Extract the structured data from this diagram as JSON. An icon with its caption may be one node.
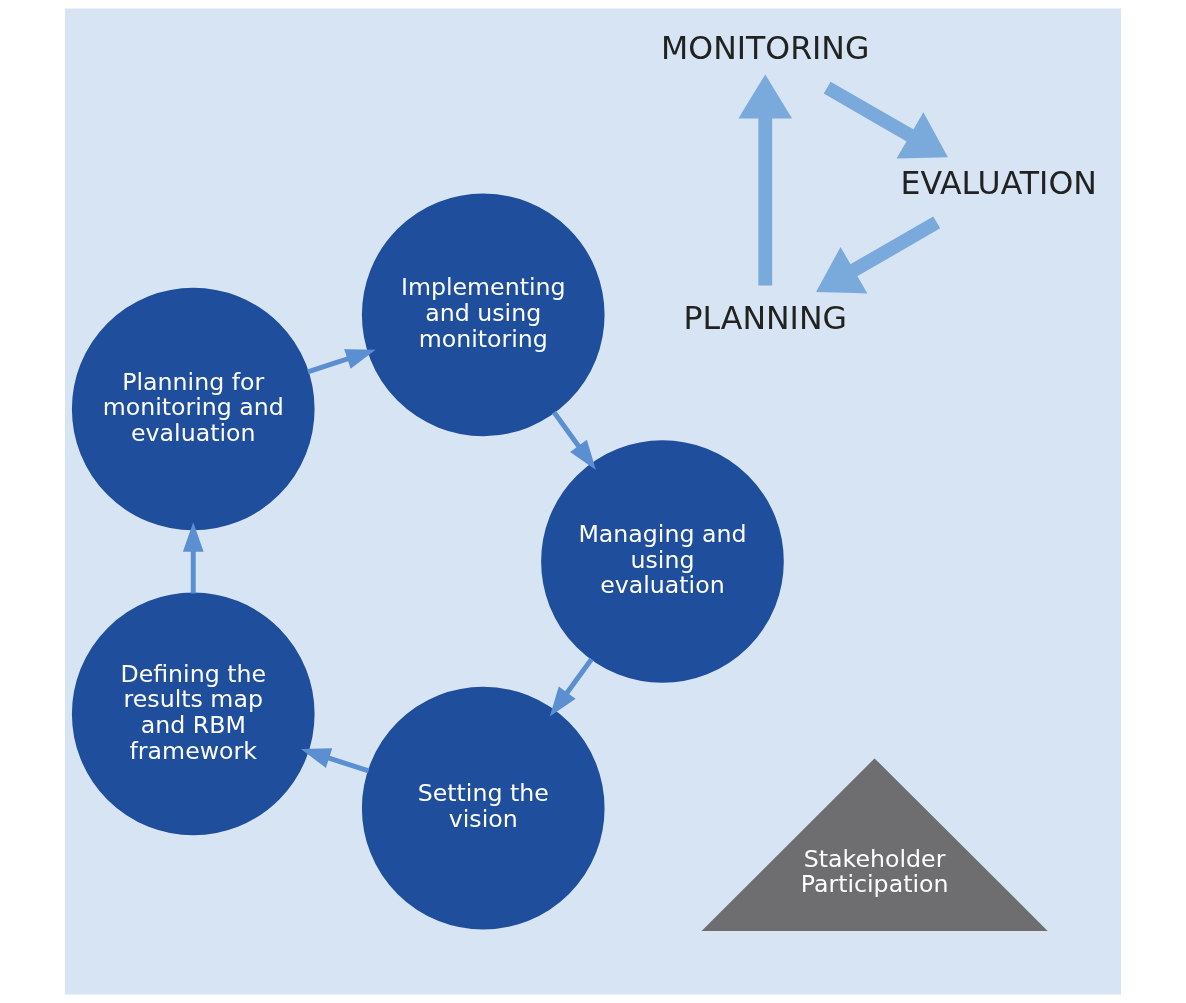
{
  "diagram": {
    "nodes": [
      {
        "text": [
          "Setting the vision"
        ]
      },
      {
        "text": [
          "Defining the results map and RBM framework"
        ]
      },
      {
        "text": [
          "Planning for monitoring and evaluation"
        ]
      },
      {
        "text": [
          "Implementing and using monitoring"
        ]
      },
      {
        "text": [
          "Managing and using evaluation"
        ]
      },
      {
        "text": [
          "Stakeholder Participation"
        ]
      },
      {
        "text": [
          "PLANNING"
        ]
      },
      {
        "text": [
          "MONITORING"
        ]
      },
      {
        "text": [
          "EVALUATION"
        ]
      }
    ],
    "edges": [
      {
        "from": 0,
        "to": 1,
        "arrow": "to"
      },
      {
        "from": 1,
        "to": 2,
        "arrow": "to"
      },
      {
        "from": 2,
        "to": 3,
        "arrow": "to"
      },
      {
        "from": 3,
        "to": 4,
        "arrow": "to"
      },
      {
        "from": 4,
        "to": 0,
        "arrow": "to"
      },
      {
        "from": 8,
        "to": 6,
        "arrow": "to",
        "style": "thick"
      },
      {
        "from": 6,
        "to": 7,
        "arrow": "to",
        "style": "thick"
      },
      {
        "from": 7,
        "to": 8,
        "arrow": "to",
        "style": "thick"
      }
    ]
  }
}
